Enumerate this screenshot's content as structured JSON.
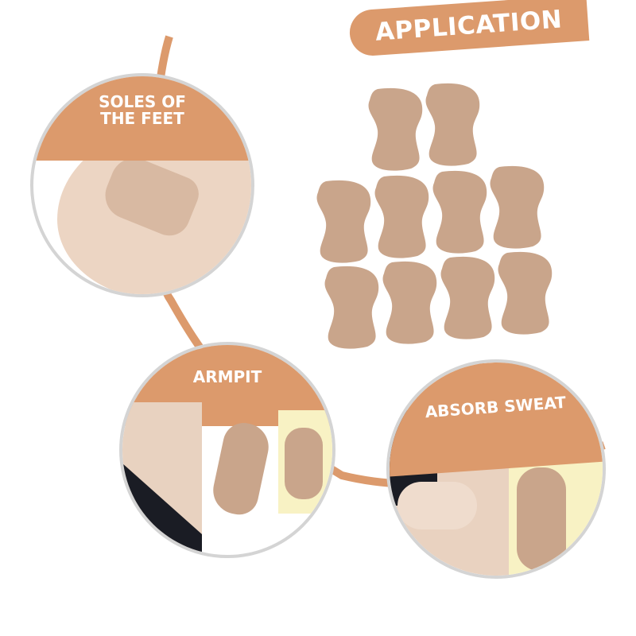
{
  "header": {
    "title": "APPLICATION"
  },
  "sections": [
    {
      "label_line1": "SOLES OF",
      "label_line2": "THE FEET"
    },
    {
      "label": "ARMPIT"
    },
    {
      "label": "ABSORB SWEAT"
    }
  ],
  "product": {
    "pad_count": 10,
    "rows": [
      2,
      4,
      4
    ]
  },
  "colors": {
    "accent": "#dc9a6c",
    "pad": "#c9a58b",
    "ring": "#d4d4d4",
    "backing_paper": "#f8f2c4"
  }
}
